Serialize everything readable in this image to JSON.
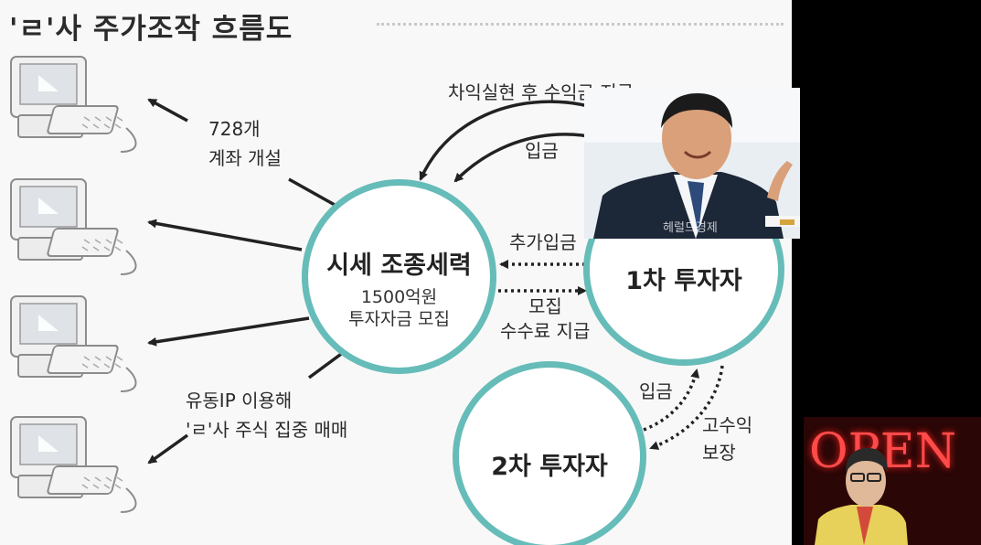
{
  "title": "'ㄹ'사 주가조작 흐름도",
  "labels": {
    "accounts_count": "728개",
    "accounts_open": "계좌 개설",
    "ip_line1": "유동IP 이용해",
    "ip_line2": "'ㄹ'사 주식 집중 매매",
    "profit_payout": "차익실현 후 수익금 지급",
    "deposit_top": "입금",
    "extra_deposit": "추가입금",
    "recruit": "모집",
    "fee_payment": "수수료 지급",
    "deposit_second": "입금",
    "high_return_line1": "고수익",
    "high_return_line2": "보장"
  },
  "nodes": {
    "manipulator_title": "시세 조종세력",
    "manipulator_amount": "1500억원",
    "manipulator_desc": "투자자금 모집",
    "first_investor": "1차 투자자",
    "second_investor": "2차 투자자"
  },
  "inset": {
    "watermark": "헤럴드경제",
    "neon_sign": "OPEN"
  },
  "colors": {
    "circle_border": "#66bcb8",
    "arrow": "#222222"
  }
}
